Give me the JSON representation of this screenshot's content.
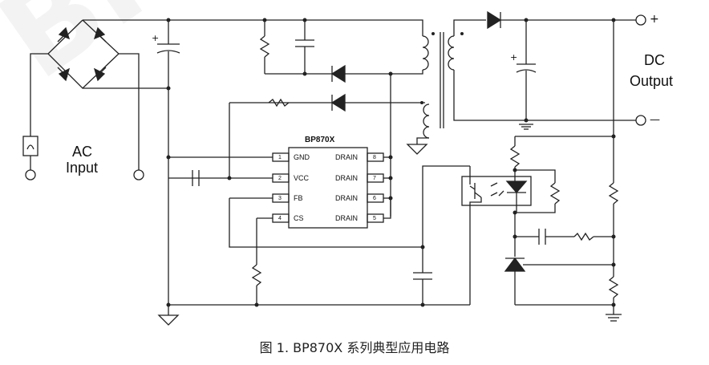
{
  "watermark": "BPS",
  "ac_label_1": "AC",
  "ac_label_2": "Input",
  "dc_label_1": "DC",
  "dc_label_2": "Output",
  "plus_sign": "+",
  "minus_sign": "—",
  "cap_plus": "+",
  "ic": {
    "name": "BP870X",
    "left_pins": [
      {
        "num": "1",
        "label": "GND"
      },
      {
        "num": "2",
        "label": "VCC"
      },
      {
        "num": "3",
        "label": "FB"
      },
      {
        "num": "4",
        "label": "CS"
      }
    ],
    "right_pins": [
      {
        "num": "8",
        "label": "DRAIN"
      },
      {
        "num": "7",
        "label": "DRAIN"
      },
      {
        "num": "6",
        "label": "DRAIN"
      },
      {
        "num": "5",
        "label": "DRAIN"
      }
    ]
  },
  "caption": "图 1. BP870X 系列典型应用电路"
}
